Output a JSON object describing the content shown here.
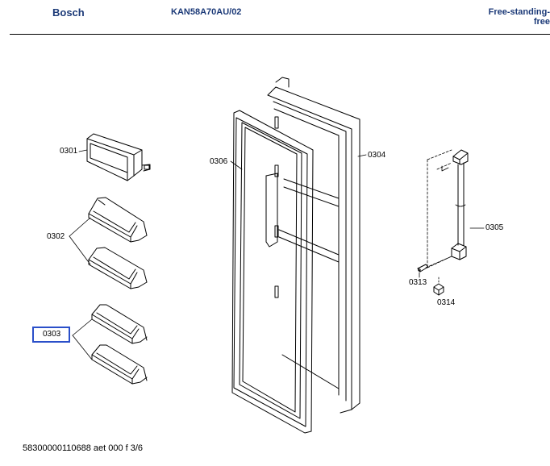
{
  "header": {
    "brand": "Bosch",
    "model": "KAN58A70AU/02",
    "description_line1": "Free-standing-",
    "description_line2": "free"
  },
  "parts": {
    "p0301": "0301",
    "p0302": "0302",
    "p0303": "0303",
    "p0304": "0304",
    "p0305": "0305",
    "p0306": "0306",
    "p0313": "0313",
    "p0314": "0314"
  },
  "highlight": {
    "part": "0303",
    "color": "#2a4fc9"
  },
  "footer": {
    "doc_code": "58300000110688 aet 000 f 3/6"
  }
}
